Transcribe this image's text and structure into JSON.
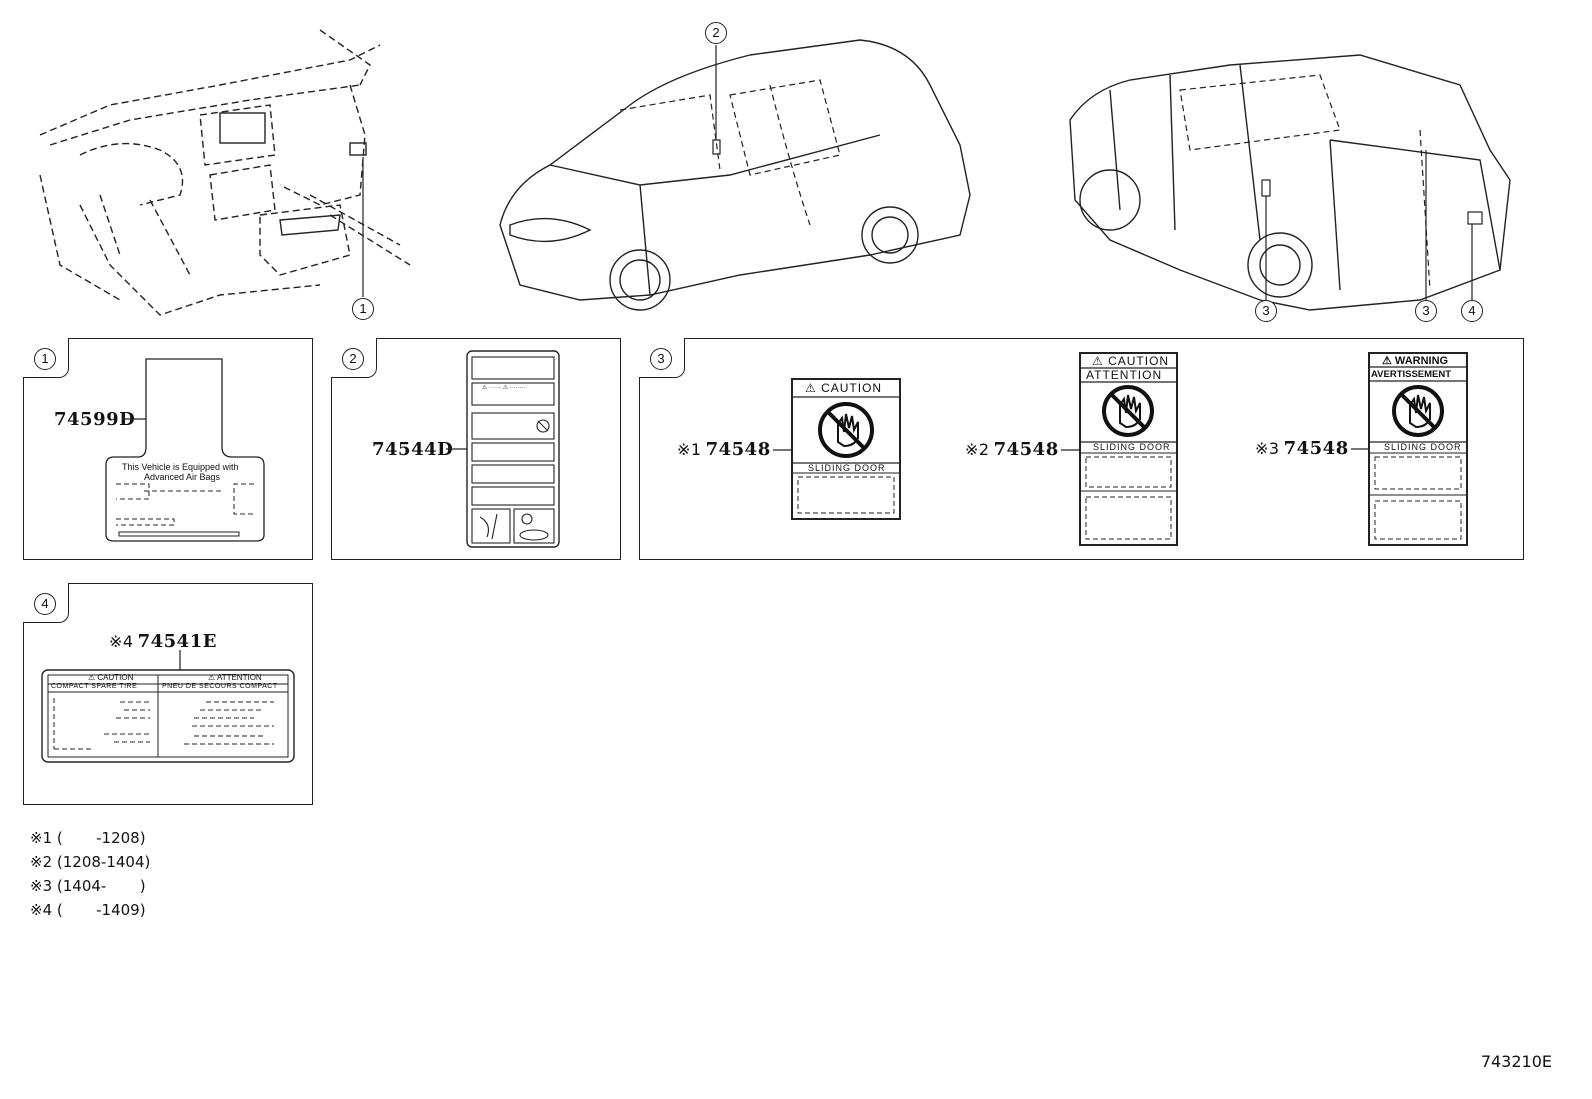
{
  "callouts": {
    "c1": "1",
    "c2": "2",
    "c3a": "3",
    "c3b": "3",
    "c4": "4"
  },
  "panels": {
    "p1": {
      "number": "1",
      "part_no": "74599D",
      "label_text_line1": "This Vehicle is Equipped with",
      "label_text_line2": "Advanced Air Bags"
    },
    "p2": {
      "number": "2",
      "part_no": "74544D"
    },
    "p3": {
      "number": "3",
      "items": [
        {
          "mark": "※1",
          "part_no": "74548",
          "header": "CAUTION",
          "footer": "SLIDING DOOR"
        },
        {
          "mark": "※2",
          "part_no": "74548",
          "header": "CAUTION",
          "subheader": "ATTENTION",
          "footer": "SLIDING DOOR"
        },
        {
          "mark": "※3",
          "part_no": "74548",
          "header": "WARNING",
          "subheader": "AVERTISSEMENT",
          "footer": "SLIDING DOOR"
        }
      ]
    },
    "p4": {
      "number": "4",
      "mark": "※4",
      "part_no": "74541E",
      "left_header": "CAUTION",
      "right_header": "ATTENTION",
      "left_sub": "COMPACT SPARE TIRE",
      "right_sub": "PNEU DE SECOURS COMPACT"
    }
  },
  "notes": [
    "※1 (       -1208)",
    "※2 (1208-1404)",
    "※3 (1404-       )",
    "※4 (       -1409)"
  ],
  "diagram_code": "743210E",
  "icons": [
    "no-hand-icon",
    "warning-triangle-icon"
  ]
}
